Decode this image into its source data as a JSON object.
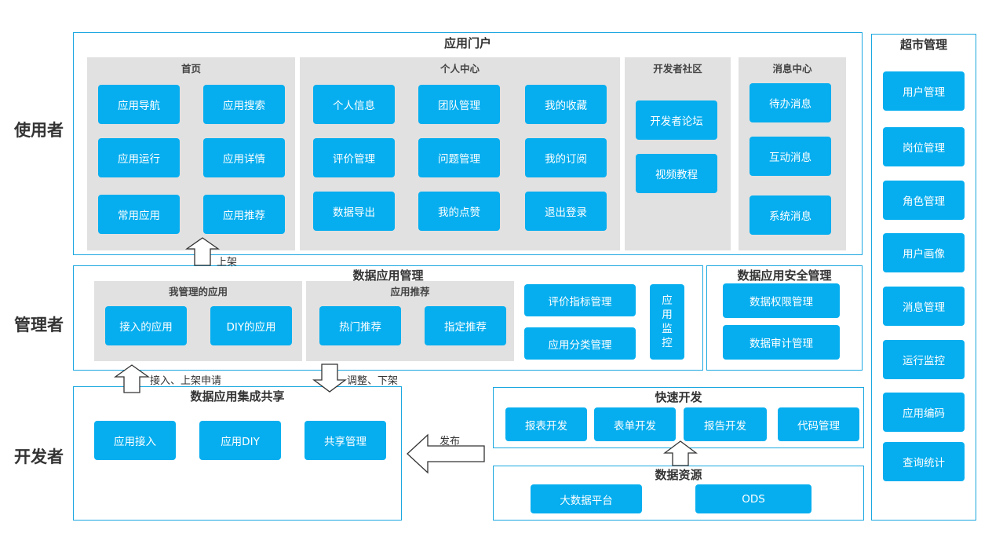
{
  "roles": {
    "user": "使用者",
    "admin": "管理者",
    "developer": "开发者"
  },
  "portal": {
    "title": "应用门户",
    "home": {
      "title": "首页",
      "items": [
        "应用导航",
        "应用搜索",
        "应用运行",
        "应用详情",
        "常用应用",
        "应用推荐"
      ]
    },
    "personal": {
      "title": "个人中心",
      "items": [
        "个人信息",
        "团队管理",
        "我的收藏",
        "评价管理",
        "问题管理",
        "我的订阅",
        "数据导出",
        "我的点赞",
        "退出登录"
      ]
    },
    "community": {
      "title": "开发者社区",
      "items": [
        "开发者论坛",
        "视频教程"
      ]
    },
    "messages": {
      "title": "消息中心",
      "items": [
        "待办消息",
        "互动消息",
        "系统消息"
      ]
    }
  },
  "supermarket": {
    "title": "超市管理",
    "items": [
      "用户管理",
      "岗位管理",
      "角色管理",
      "用户画像",
      "消息管理",
      "运行监控",
      "应用编码",
      "查询统计"
    ]
  },
  "app_mgmt": {
    "title": "数据应用管理",
    "my_apps": {
      "title": "我管理的应用",
      "items": [
        "接入的应用",
        "DIY的应用"
      ]
    },
    "recommend": {
      "title": "应用推荐",
      "items": [
        "热门推荐",
        "指定推荐"
      ]
    },
    "eval": "评价指标管理",
    "category": "应用分类管理",
    "monitor": [
      "应",
      "用",
      "监",
      "控"
    ]
  },
  "security": {
    "title": "数据应用安全管理",
    "items": [
      "数据权限管理",
      "数据审计管理"
    ]
  },
  "integration": {
    "title": "数据应用集成共享",
    "items": [
      "应用接入",
      "应用DIY",
      "共享管理"
    ]
  },
  "quickdev": {
    "title": "快速开发",
    "items": [
      "报表开发",
      "表单开发",
      "报告开发",
      "代码管理"
    ]
  },
  "resources": {
    "title": "数据资源",
    "items": [
      "大数据平台",
      "ODS"
    ]
  },
  "arrows": {
    "publish": "上架",
    "apply": "接入、上架申请",
    "adjust": "调整、下架",
    "release": "发布"
  }
}
